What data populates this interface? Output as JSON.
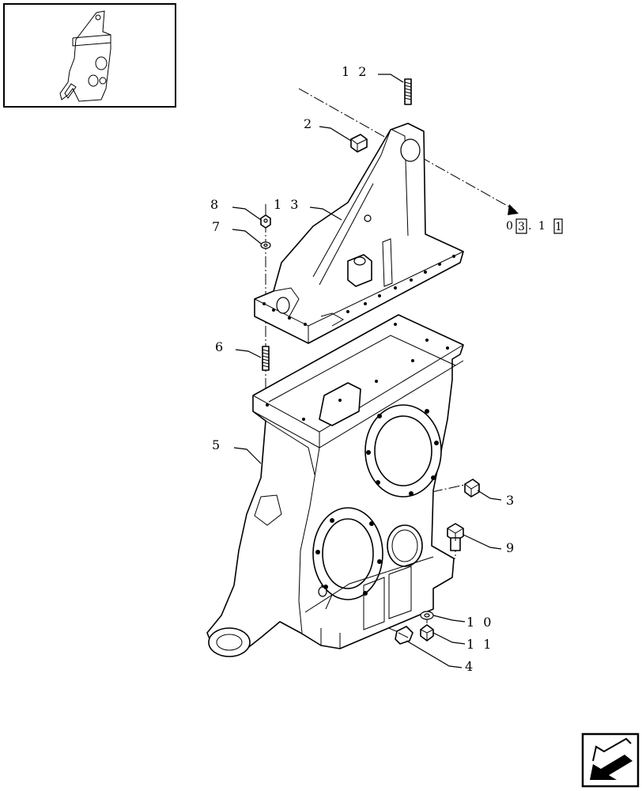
{
  "labels": {
    "p12": "1 2",
    "p2": "2",
    "p8": "8",
    "p13": "1 3",
    "p7": "7",
    "p6": "6",
    "p5": "5",
    "p3": "3",
    "p9": "9",
    "p10": "1 0",
    "p11": "1 1",
    "p4": "4"
  },
  "reference": {
    "prefix": "0",
    "boxed_1": "3",
    "middle": " . 1",
    "boxed_2": "1"
  },
  "icons": {
    "thumbnail": "assembly-thumbnail-icon",
    "navigation": "next-page-arrow-icon"
  },
  "colors": {
    "ink": "#000000",
    "paper": "#ffffff"
  }
}
